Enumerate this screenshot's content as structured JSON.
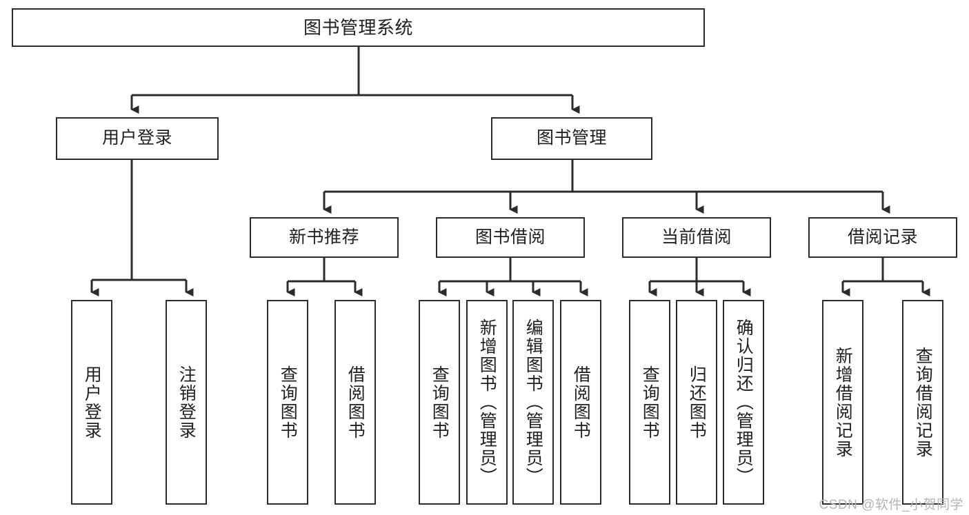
{
  "diagram": {
    "title": "图书管理系统",
    "type": "tree-hierarchy-chart",
    "stroke_color": "#2b2b2b",
    "fill_color": "#ffffff",
    "text_color": "#1f1f1f"
  },
  "nodes": {
    "root": {
      "label": "图书管理系统"
    },
    "level2": [
      {
        "label": "用户登录"
      },
      {
        "label": "图书管理"
      }
    ],
    "level3": [
      {
        "label": "新书推荐"
      },
      {
        "label": "图书借阅"
      },
      {
        "label": "当前借阅"
      },
      {
        "label": "借阅记录"
      }
    ],
    "leaves": {
      "user_login": [
        {
          "label": "用户登录"
        },
        {
          "label": "注销登录"
        }
      ],
      "new_book": [
        {
          "label": "查询图书"
        },
        {
          "label": "借阅图书"
        }
      ],
      "book_borrow": [
        {
          "label": "查询图书"
        },
        {
          "label": "新增图书（管理员）"
        },
        {
          "label": "编辑图书（管理员）"
        },
        {
          "label": "借阅图书"
        }
      ],
      "current_borrow": [
        {
          "label": "查询图书"
        },
        {
          "label": "归还图书"
        },
        {
          "label": "确认归还（管理员）"
        }
      ],
      "borrow_record": [
        {
          "label": "新增借阅记录"
        },
        {
          "label": "查询借阅记录"
        }
      ]
    }
  },
  "watermark": {
    "text": "CSDN @软件_小贺同学"
  }
}
